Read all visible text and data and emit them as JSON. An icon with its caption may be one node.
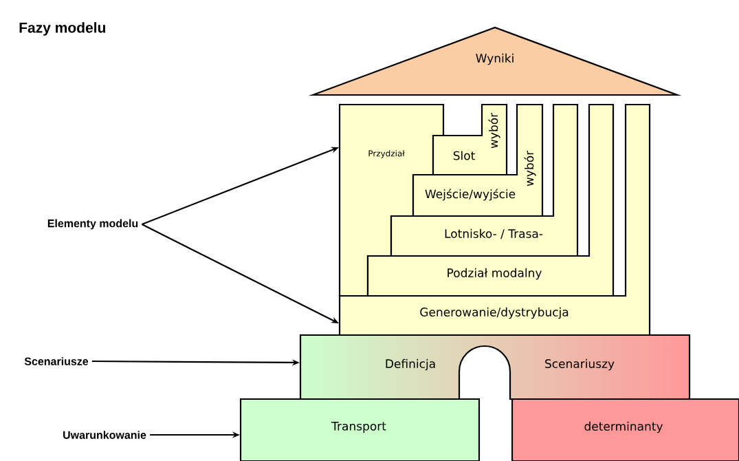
{
  "diagram": {
    "title": "Fazy modelu",
    "nodes": [
      {
        "text": [
          "Wyniki"
        ]
      },
      {
        "text": [
          "Przydział"
        ]
      },
      {
        "text": [
          "Slot",
          "wybór"
        ]
      },
      {
        "text": [
          "Wejście/wyjście",
          "wybór"
        ]
      },
      {
        "text": [
          "Lotnisko- / Trasa-"
        ]
      },
      {
        "text": [
          "Podział modalny"
        ]
      },
      {
        "text": [
          "Generowanie/dystrybucja"
        ]
      },
      {
        "text": [
          "Definicja",
          "Scenariuszy"
        ]
      },
      {
        "text": [
          "Transport"
        ]
      },
      {
        "text": [
          "determinanty"
        ]
      },
      {
        "text": [
          "Elementy modelu"
        ]
      },
      {
        "text": [
          "Scenariusze"
        ]
      },
      {
        "text": [
          "Uwarunkowanie"
        ]
      }
    ],
    "edges": [
      {
        "from": 10,
        "to": 1,
        "arrow": "to"
      },
      {
        "from": 10,
        "to": 6,
        "arrow": "to"
      },
      {
        "from": 11,
        "to": 7,
        "arrow": "to"
      },
      {
        "from": 12,
        "to": 8,
        "arrow": "to"
      }
    ]
  }
}
